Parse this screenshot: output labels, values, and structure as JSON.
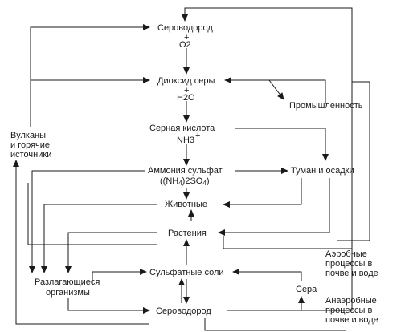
{
  "nodes": {
    "h2s_top": "Сероводород",
    "o2_plus": "+",
    "o2": "O2",
    "so2": "Диоксид серы",
    "h2o_plus": "+",
    "h2o": "H2O",
    "industry": "Промышленность",
    "h2so4": "Серная кислота",
    "nh3": "NH3",
    "nh3_plus": "+",
    "volcano_1": "Вулканы",
    "volcano_2": "и горячие",
    "volcano_3": "источники",
    "ammonium": "Аммония сульфат",
    "ammonium_formula_a": "((NH",
    "ammonium_formula_sub1": "4",
    "ammonium_formula_b": ")2SO",
    "ammonium_formula_sub2": "4",
    "ammonium_formula_c": ")",
    "fog": "Туман и осадки",
    "animals": "Животные",
    "plants": "Растения",
    "aerobic_1": "Аэробные",
    "aerobic_2": "процессы в",
    "aerobic_3": "почве и воде",
    "sulfates": "Сульфатные соли",
    "decomposers_1": "Разлагающиеся",
    "decomposers_2": "организмы",
    "sulfur": "Сера",
    "h2s_bottom": "Сероводород",
    "anaerobic_1": "Анаэробные",
    "anaerobic_2": "процессы в",
    "anaerobic_3": "почве и воде"
  }
}
